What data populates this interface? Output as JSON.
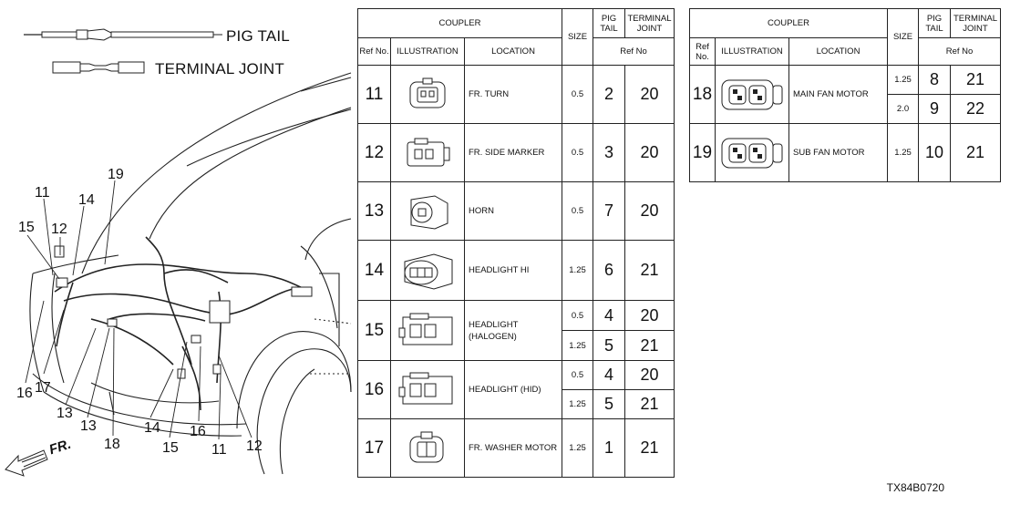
{
  "legend": [
    {
      "icon": "pig-tail-icon",
      "label": "PIG TAIL"
    },
    {
      "icon": "terminal-joint-icon",
      "label": "TERMINAL JOINT"
    }
  ],
  "diagram": {
    "direction_label": "FR.",
    "callouts": [
      "19",
      "11",
      "14",
      "15",
      "12",
      "16",
      "17",
      "13",
      "13",
      "18",
      "14",
      "15",
      "16",
      "11",
      "12"
    ]
  },
  "table_left": {
    "headers": {
      "coupler": "COUPLER",
      "ref_no": "Ref No.",
      "illustration": "ILLUSTRATION",
      "location": "LOCATION",
      "size": "SIZE",
      "pig_tail": "PIG TAIL",
      "terminal_joint": "TERMINAL JOINT",
      "ref_no_sub": "Ref No"
    },
    "rows": [
      {
        "ref": "11",
        "location": "FR. TURN",
        "subs": [
          {
            "size": "0.5",
            "pig": "2",
            "joint": "20"
          }
        ]
      },
      {
        "ref": "12",
        "location": "FR. SIDE MARKER",
        "subs": [
          {
            "size": "0.5",
            "pig": "3",
            "joint": "20"
          }
        ]
      },
      {
        "ref": "13",
        "location": "HORN",
        "subs": [
          {
            "size": "0.5",
            "pig": "7",
            "joint": "20"
          }
        ]
      },
      {
        "ref": "14",
        "location": "HEADLIGHT HI",
        "subs": [
          {
            "size": "1.25",
            "pig": "6",
            "joint": "21"
          }
        ]
      },
      {
        "ref": "15",
        "location": "HEADLIGHT (HALOGEN)",
        "subs": [
          {
            "size": "0.5",
            "pig": "4",
            "joint": "20"
          },
          {
            "size": "1.25",
            "pig": "5",
            "joint": "21"
          }
        ]
      },
      {
        "ref": "16",
        "location": "HEADLIGHT (HID)",
        "subs": [
          {
            "size": "0.5",
            "pig": "4",
            "joint": "20"
          },
          {
            "size": "1.25",
            "pig": "5",
            "joint": "21"
          }
        ]
      },
      {
        "ref": "17",
        "location": "FR. WASHER MOTOR",
        "subs": [
          {
            "size": "1.25",
            "pig": "1",
            "joint": "21"
          }
        ]
      }
    ]
  },
  "table_right": {
    "headers": {
      "coupler": "COUPLER",
      "ref_no": "Ref No.",
      "illustration": "ILLUSTRATION",
      "location": "LOCATION",
      "size": "SIZE",
      "pig_tail": "PIG TAIL",
      "terminal_joint": "TERMINAL JOINT",
      "ref_no_sub": "Ref No"
    },
    "rows": [
      {
        "ref": "18",
        "location": "MAIN FAN MOTOR",
        "subs": [
          {
            "size": "1.25",
            "pig": "8",
            "joint": "21"
          },
          {
            "size": "2.0",
            "pig": "9",
            "joint": "22"
          }
        ]
      },
      {
        "ref": "19",
        "location": "SUB FAN MOTOR",
        "subs": [
          {
            "size": "1.25",
            "pig": "10",
            "joint": "21"
          }
        ]
      }
    ]
  },
  "footer_code": "TX84B0720"
}
